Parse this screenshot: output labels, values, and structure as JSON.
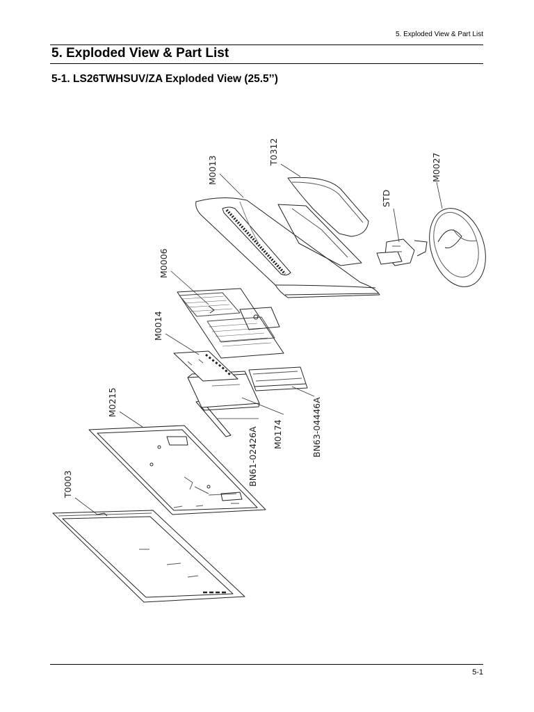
{
  "header": {
    "running_title": "5. Exploded View & Part List"
  },
  "page": {
    "title": "5. Exploded View & Part List",
    "number": "5-1"
  },
  "section": {
    "title": "5-1. LS26TWHSUV/ZA Exploded View (25.5’’)"
  },
  "diagram": {
    "labels": {
      "t0312": "T0312",
      "m0013": "M0013",
      "m0027": "M0027",
      "std": "STD",
      "m0006": "M0006",
      "m0014": "M0014",
      "m0215": "M0215",
      "bn61": "BN61-02426A",
      "m0174": "M0174",
      "bn63": "BN63-04446A",
      "t0003": "T0003"
    }
  }
}
